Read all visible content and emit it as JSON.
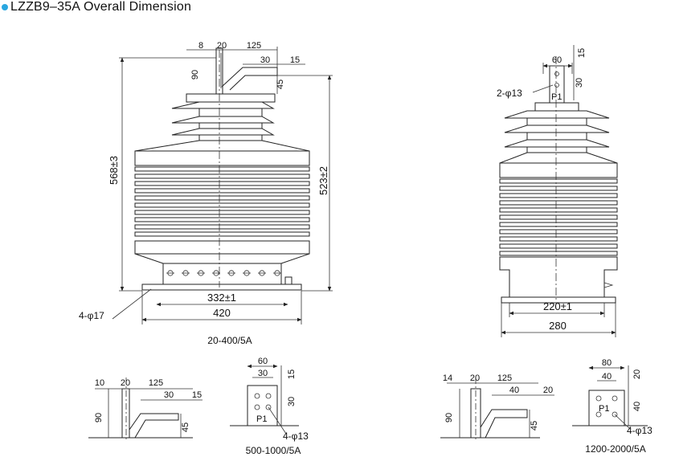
{
  "title": {
    "text": "LZZB9–35A  Overall Dimension",
    "dot_color": "#2aa7e0"
  },
  "front_view": {
    "dims": {
      "d8": "8",
      "d20": "20",
      "d125": "125",
      "d30": "30",
      "d15": "15",
      "d90": "90",
      "d45": "45",
      "height_total": "568±3",
      "height_body": "523±2",
      "mount": "332±1",
      "width": "420",
      "holes": "4-φ17"
    },
    "caption": "20-400/5A"
  },
  "side_view": {
    "dims": {
      "d60": "60",
      "d15": "15",
      "d30": "30",
      "holes": "2-φ13",
      "terminal": "P1",
      "mount": "220±1",
      "width": "280"
    }
  },
  "detail_500": {
    "side": {
      "d10": "10",
      "d20": "20",
      "d125": "125",
      "d30": "30",
      "d15": "15",
      "d90": "90",
      "d45": "45"
    },
    "face": {
      "d60": "60",
      "d30": "30",
      "d15": "15",
      "d30v": "30",
      "terminal": "P1",
      "holes": "4-φ13"
    },
    "caption": "500-1000/5A"
  },
  "detail_1200": {
    "side": {
      "d14": "14",
      "d20": "20",
      "d125": "125",
      "d40": "40",
      "d20b": "20",
      "d90": "90",
      "d45": "45"
    },
    "face": {
      "d80": "80",
      "d40": "40",
      "d20": "20",
      "d40v": "40",
      "terminal": "P1",
      "holes": "4-φ13"
    },
    "caption": "1200-2000/5A"
  }
}
